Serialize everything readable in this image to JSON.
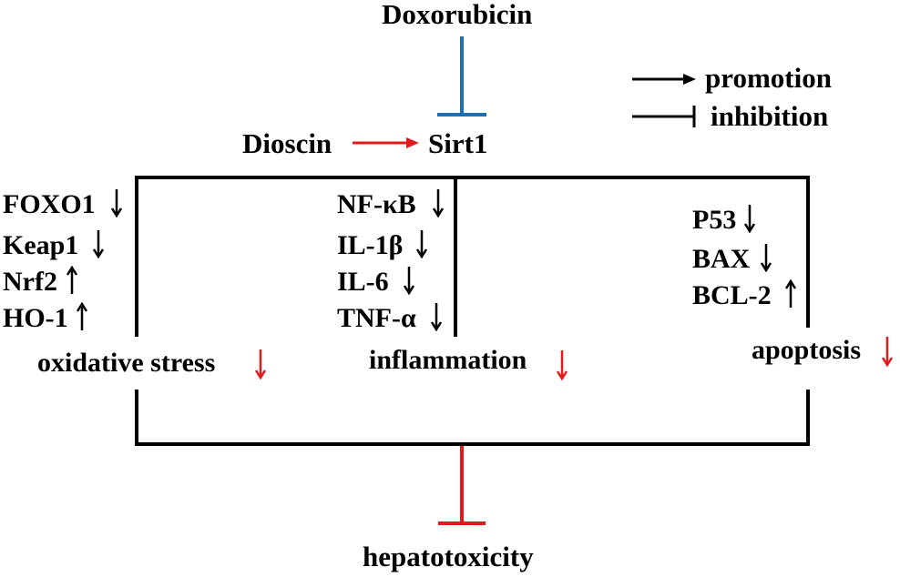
{
  "diagram": {
    "title": "",
    "colors": {
      "line": "#000000",
      "inhibit_blue": "#1f6fb2",
      "red": "#e31a1c"
    },
    "top": {
      "drug": "Doxorubicin",
      "agent": "Dioscin",
      "target": "Sirt1"
    },
    "legend": {
      "promotion": "promotion",
      "inhibition": "inhibition"
    },
    "columns": {
      "oxidative": {
        "markers": [
          {
            "label": "FOXO1",
            "direction": "down"
          },
          {
            "label": "Keap1",
            "direction": "down"
          },
          {
            "label": "Nrf2",
            "direction": "up"
          },
          {
            "label": "HO-1",
            "direction": "up"
          }
        ],
        "outcome": "oxidative stress",
        "outcome_direction": "down"
      },
      "inflammation": {
        "markers": [
          {
            "label": "NF-κB",
            "direction": "down"
          },
          {
            "label": "IL-1β",
            "direction": "down"
          },
          {
            "label": "IL-6",
            "direction": "down"
          },
          {
            "label": "TNF-α",
            "direction": "down"
          }
        ],
        "outcome": "inflammation",
        "outcome_direction": "down"
      },
      "apoptosis": {
        "markers": [
          {
            "label": "P53",
            "direction": "down"
          },
          {
            "label": "BAX",
            "direction": "down"
          },
          {
            "label": "BCL-2",
            "direction": "up"
          }
        ],
        "outcome": "apoptosis",
        "outcome_direction": "down"
      }
    },
    "bottom": {
      "outcome": "hepatotoxicity"
    }
  }
}
